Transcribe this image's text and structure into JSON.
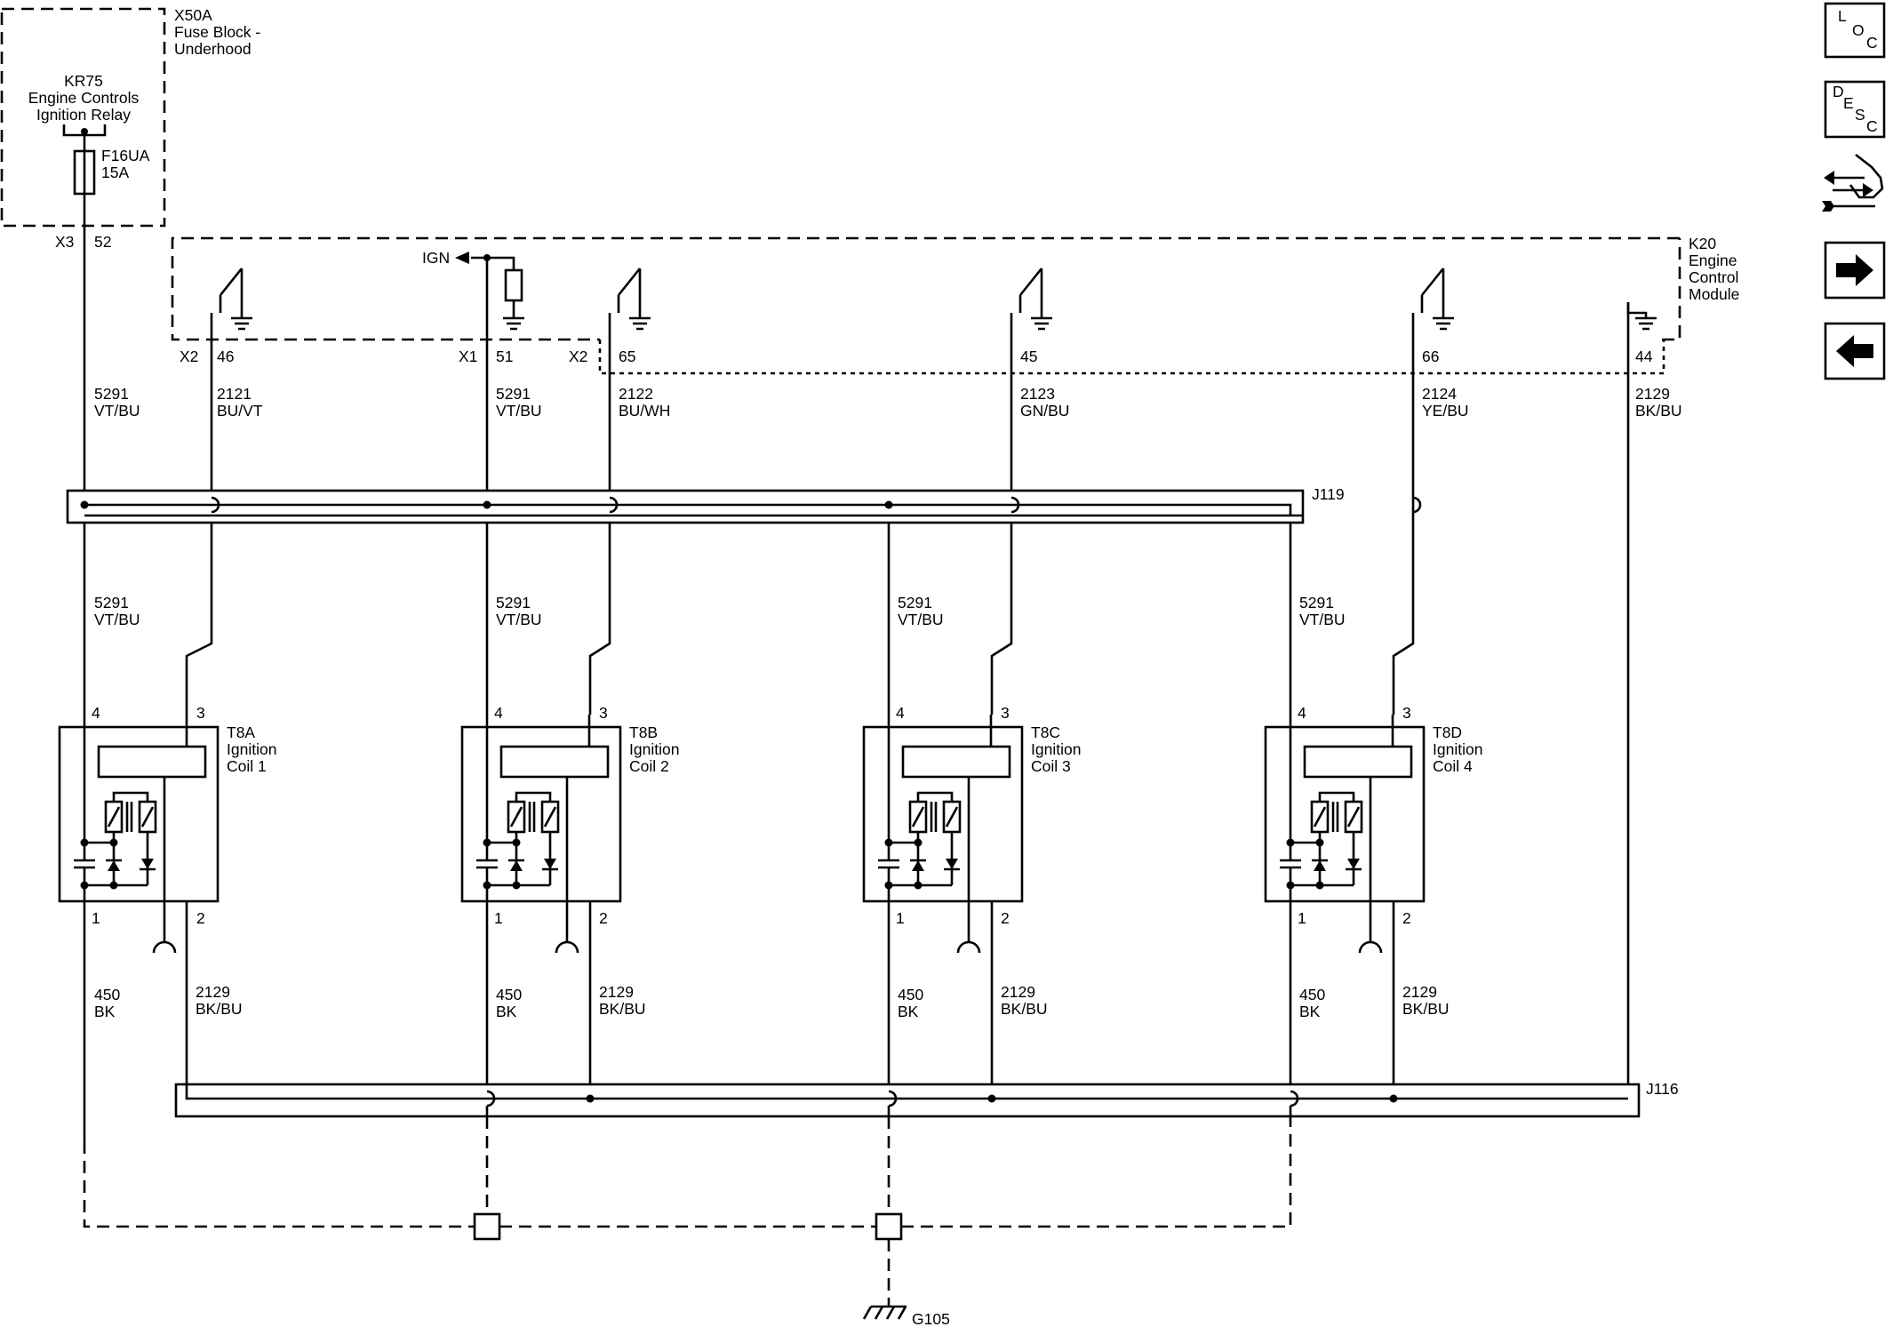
{
  "fuse_block": {
    "title": [
      "X50A",
      "Fuse Block -",
      "Underhood"
    ],
    "relay": [
      "KR75",
      "Engine Controls",
      "Ignition Relay"
    ],
    "fuse": [
      "F16UA",
      "15A"
    ],
    "connector": "X3",
    "pin": "52"
  },
  "ecm": {
    "title": [
      "K20",
      "Engine",
      "Control",
      "Module"
    ],
    "ign_label": "IGN",
    "pins": [
      {
        "conn": "X2",
        "pin": "46"
      },
      {
        "conn": "X1",
        "pin": "51"
      },
      {
        "conn": "X2",
        "pin": "65"
      },
      {
        "conn": "",
        "pin": "45"
      },
      {
        "conn": "",
        "pin": "66"
      },
      {
        "conn": "",
        "pin": "44"
      }
    ]
  },
  "top_wires": [
    {
      "circuit": "5291",
      "color": "VT/BU"
    },
    {
      "circuit": "2121",
      "color": "BU/VT"
    },
    {
      "circuit": "5291",
      "color": "VT/BU"
    },
    {
      "circuit": "2122",
      "color": "BU/WH"
    },
    {
      "circuit": "2123",
      "color": "GN/BU"
    },
    {
      "circuit": "2124",
      "color": "YE/BU"
    },
    {
      "circuit": "2129",
      "color": "BK/BU"
    }
  ],
  "splices": {
    "top": "J119",
    "bottom": "J116"
  },
  "coils": [
    {
      "id": "T8A",
      "name": "Ignition",
      "num": "Coil 1"
    },
    {
      "id": "T8B",
      "name": "Ignition",
      "num": "Coil 2"
    },
    {
      "id": "T8C",
      "name": "Ignition",
      "num": "Coil 3"
    },
    {
      "id": "T8D",
      "name": "Ignition",
      "num": "Coil 4"
    }
  ],
  "coil_pins": {
    "p1": "1",
    "p2": "2",
    "p3": "3",
    "p4": "4"
  },
  "coil_feed": {
    "circuit": "5291",
    "color": "VT/BU"
  },
  "coil_ground": {
    "circuit": "450",
    "color": "BK"
  },
  "coil_return": {
    "circuit": "2129",
    "color": "BK/BU"
  },
  "ground": "G105",
  "nav": {
    "loc": [
      "L",
      "O",
      "C"
    ],
    "desc": [
      "D",
      "E",
      "S",
      "C"
    ],
    "icons": [
      "harness-tools-icon",
      "arrow-right-icon",
      "arrow-left-icon"
    ]
  }
}
